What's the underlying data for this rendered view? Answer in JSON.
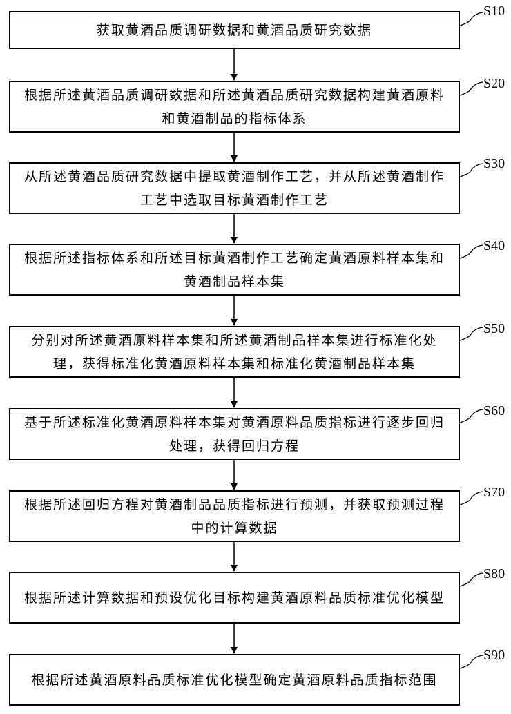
{
  "steps": [
    {
      "id": "S10",
      "text": "获取黄酒品质调研数据和黄酒品质研究数据"
    },
    {
      "id": "S20",
      "text": "根据所述黄酒品质调研数据和所述黄酒品质研究数据构建黄酒原料和黄酒制品的指标体系"
    },
    {
      "id": "S30",
      "text": "从所述黄酒品质研究数据中提取黄酒制作工艺，并从所述黄酒制作工艺中选取目标黄酒制作工艺"
    },
    {
      "id": "S40",
      "text": "根据所述指标体系和所述目标黄酒制作工艺确定黄酒原料样本集和黄酒制品样本集"
    },
    {
      "id": "S50",
      "text": "分别对所述黄酒原料样本集和所述黄酒制品样本集进行标准化处理，获得标准化黄酒原料样本集和标准化黄酒制品样本集"
    },
    {
      "id": "S60",
      "text": "基于所述标准化黄酒原料样本集对黄酒原料品质指标进行逐步回归处理，获得回归方程"
    },
    {
      "id": "S70",
      "text": "根据所述回归方程对黄酒制品品质指标进行预测，并获取预测过程中的计算数据"
    },
    {
      "id": "S80",
      "text": "根据所述计算数据和预设优化目标构建黄酒原料品质标准优化模型"
    },
    {
      "id": "S90",
      "text": "根据所述黄酒原料品质标准优化模型确定黄酒原料品质指标范围"
    }
  ]
}
